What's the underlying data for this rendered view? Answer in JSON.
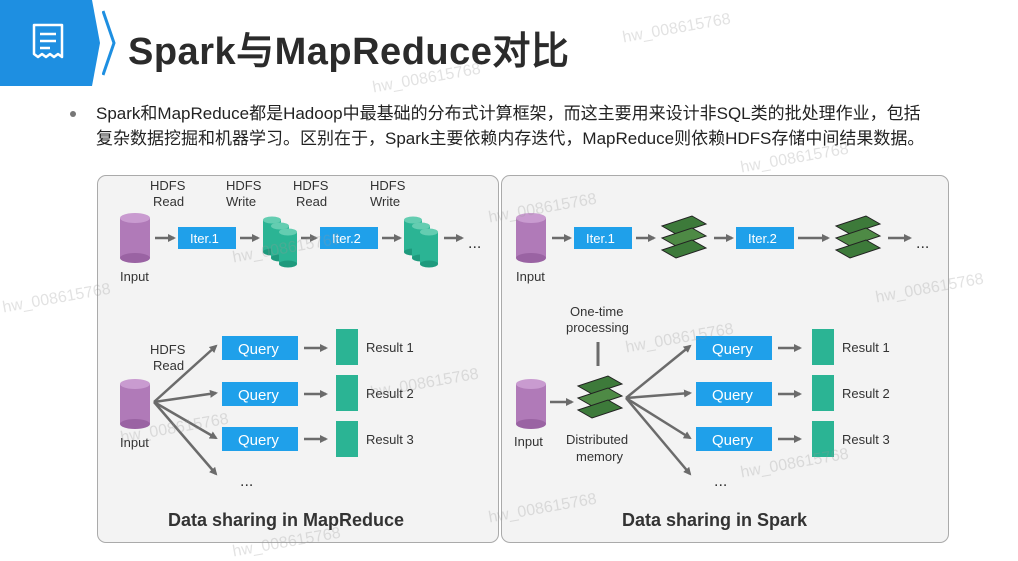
{
  "header": {
    "title": "Spark与MapReduce对比",
    "icon": "document-list-icon",
    "accent": "#1e8fe1"
  },
  "intro": {
    "line1": "Spark和MapReduce都是Hadoop中最基础的分布式计算框架，而这主要用来设计非SQL类的批处理作业，包括",
    "line2": "复杂数据挖掘和机器学习。区别在于，Spark主要依赖内存迭代，MapReduce则依赖HDFS存储中间结果数据。"
  },
  "mapreduce": {
    "caption": "Data sharing in MapReduce",
    "input": "Input",
    "hdfs_read": [
      "HDFS",
      "Read"
    ],
    "hdfs_write": [
      "HDFS",
      "Write"
    ],
    "iter1": "Iter.1",
    "iter2": "Iter.2",
    "ellipsis": "...",
    "query": "Query",
    "results": [
      "Result 1",
      "Result 2",
      "Result 3"
    ]
  },
  "spark": {
    "caption": "Data sharing in Spark",
    "input": "Input",
    "iter1": "Iter.1",
    "iter2": "Iter.2",
    "ellipsis": "...",
    "onetime": [
      "One-time",
      "processing"
    ],
    "distributed": [
      "Distributed",
      "memory"
    ],
    "query": "Query",
    "results": [
      "Result 1",
      "Result 2",
      "Result 3"
    ]
  },
  "colors": {
    "cylinder": "#b07ab8",
    "blue_box": "#1fa0ea",
    "teal": "#2bb494",
    "arrow": "#6b6b6b"
  },
  "watermark": "hw_008615768"
}
